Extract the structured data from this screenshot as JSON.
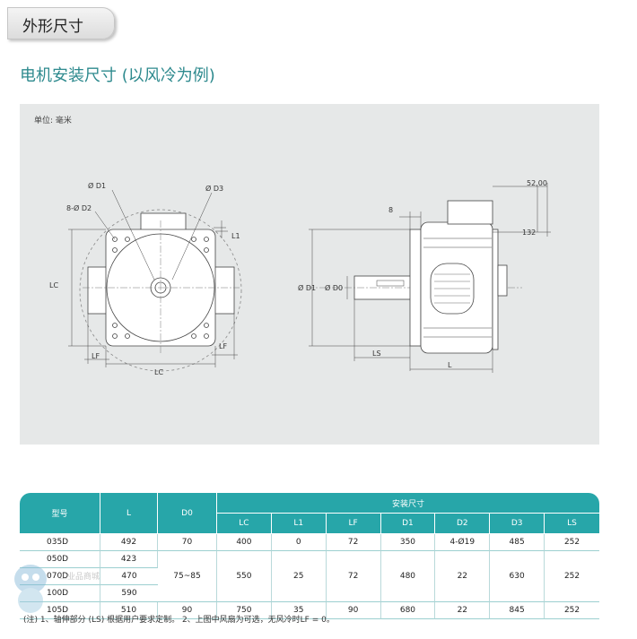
{
  "section_tab": "外形尺寸",
  "title": "电机安装尺寸 (以风冷为例)",
  "drawing": {
    "unit": "单位: 毫米",
    "front_view": {
      "d1": "Ø D1",
      "d3": "Ø D3",
      "d2": "8-Ø D2",
      "l1": "L1",
      "lc_side": "LC",
      "lc_bottom": "LC",
      "lf_left": "LF",
      "lf_right": "LF"
    },
    "side_view": {
      "dim_52": "52,00",
      "dim_8": "8",
      "dim_132": "132",
      "d1": "Ø D1",
      "d0": "Ø D0",
      "ls": "LS",
      "l": "L"
    }
  },
  "table": {
    "header_model": "型号",
    "header_l": "L",
    "header_d0": "D0",
    "header_group": "安装尺寸",
    "sub_headers": [
      "LC",
      "L1",
      "LF",
      "D1",
      "D2",
      "D3",
      "LS"
    ],
    "rows": [
      {
        "model": "035D",
        "l": "492",
        "d0": "70",
        "lc": "400",
        "l1": "0",
        "lf": "72",
        "d1": "350",
        "d2": "4-Ø19",
        "d3": "485",
        "ls": "252"
      },
      {
        "model": "050D",
        "l": "423"
      },
      {
        "model": "070D",
        "l": "470"
      },
      {
        "model": "100D",
        "l": "590"
      },
      {
        "model": "105D",
        "l": "510",
        "d0": "90",
        "lc": "750",
        "l1": "35",
        "lf": "90",
        "d1": "680",
        "d2": "22",
        "d3": "845",
        "ls": "252"
      }
    ],
    "merged": {
      "d0": "75~85",
      "lc": "550",
      "l1": "25",
      "lf": "72",
      "d1": "480",
      "d2": "22",
      "d3": "630",
      "ls": "252"
    }
  },
  "note": "(注) 1、轴伸部分 (LS) 根据用户要求定制。 2、上图中风扇为可选，无风冷时LF = 0。",
  "watermark": "工业品商城"
}
